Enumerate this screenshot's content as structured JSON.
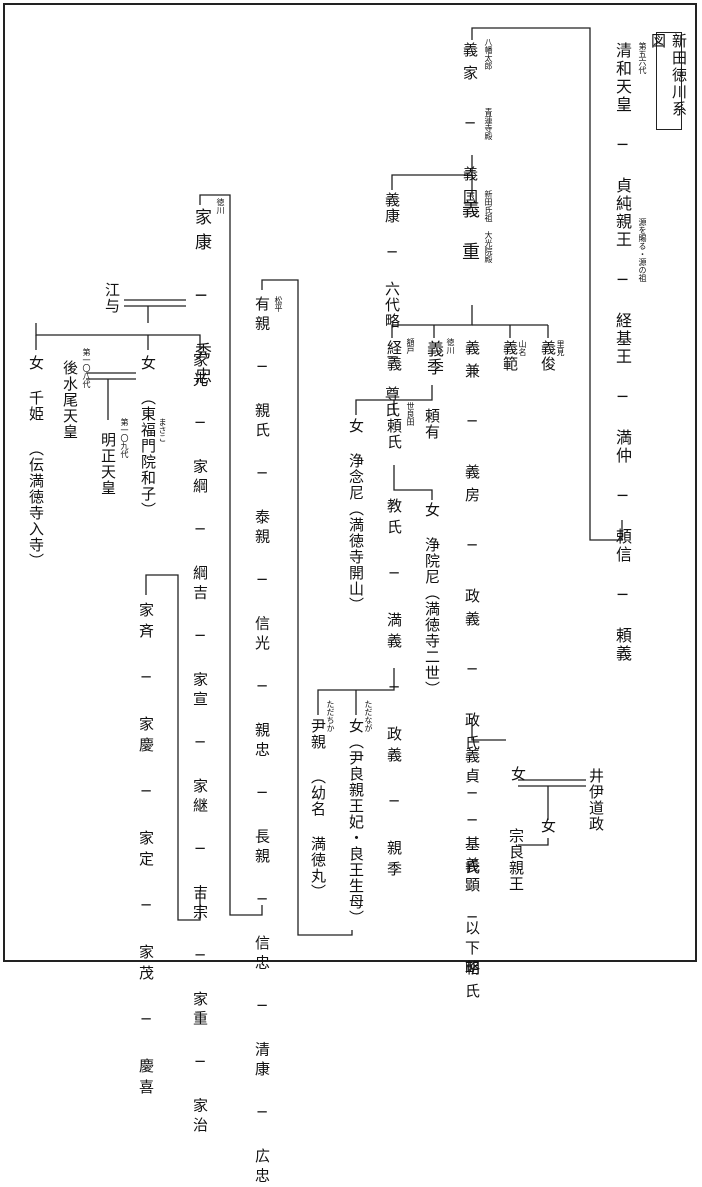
{
  "title": "新田徳川系図",
  "lines": [
    {
      "id": "seiwa",
      "text": "清和天皇 ─ 貞純親王 ─ 経基王 ─ 満仲 ─ 頼信 ─ 頼義"
    },
    {
      "id": "seiwa_note",
      "text": "第五六代"
    },
    {
      "id": "tsunemoto_note",
      "text": "源を賜る・源の祖"
    },
    {
      "id": "yoshiie",
      "text": "義家 ─ 義国"
    },
    {
      "id": "yoshiie_note",
      "text": "八幡太郎"
    },
    {
      "id": "yoshikuni_note",
      "text": "青蓮寺殿"
    },
    {
      "id": "yoshishige",
      "text": "義重"
    },
    {
      "id": "yoshishige_note",
      "text": "新田氏祖 大光院殿"
    },
    {
      "id": "yoshiyasu",
      "text": "義康 ─ 六代略 ─ 尊氏"
    },
    {
      "id": "yoshitoshi",
      "text": "義俊"
    },
    {
      "id": "yoshitoshi_note",
      "text": "里見"
    },
    {
      "id": "yoshinori",
      "text": "義範"
    },
    {
      "id": "yoshinori_note",
      "text": "山名"
    },
    {
      "id": "yoshikane",
      "text": "義兼 ─ 義房 ─ 政義 ─ 政氏 ─ 基氏 ─ 朝氏"
    },
    {
      "id": "yoshisue",
      "text": "義季"
    },
    {
      "id": "yoshisue_note",
      "text": "徳川"
    },
    {
      "id": "tsuneyoshi",
      "text": "経義"
    },
    {
      "id": "tsuneyoshi_note",
      "text": "額戸"
    },
    {
      "id": "yorinari",
      "text": "頼有"
    },
    {
      "id": "yoriuji",
      "text": "頼氏"
    },
    {
      "id": "yoriuji_note",
      "text": "世良田"
    },
    {
      "id": "jonen",
      "text": "女 浄念尼（満徳寺開山）"
    },
    {
      "id": "norichi",
      "text": "教氏 ─ 満義 ─ 政義 ─ 親季"
    },
    {
      "id": "join",
      "text": "女 浄院尼（満徳寺二世）"
    },
    {
      "id": "yoshisada",
      "text": "義貞 ─ 義顕 以下略"
    },
    {
      "id": "onna_i",
      "text": "女"
    },
    {
      "id": "ii",
      "text": "井伊道政"
    },
    {
      "id": "onna_ii",
      "text": "女"
    },
    {
      "id": "muneyoshi",
      "text": "宗良親王"
    },
    {
      "id": "onna_hime",
      "text": "女（尹良親王妃・良王生母）"
    },
    {
      "id": "onna_hime_ruby",
      "text": "ただなが"
    },
    {
      "id": "tadachika",
      "text": "尹親 （幼名 満徳丸）"
    },
    {
      "id": "tadachika_ruby",
      "text": "ただちか"
    },
    {
      "id": "matsudaira",
      "text": "有親 ─ 親氏 ─ 泰親 ─ 信光 ─ 親忠 ─ 長親 ─ 信忠 ─ 清康 ─ 広忠"
    },
    {
      "id": "matsudaira_note",
      "text": "松平"
    },
    {
      "id": "ieyasu",
      "text": "家康 ─ 秀忠"
    },
    {
      "id": "ieyasu_note",
      "text": "徳川"
    },
    {
      "id": "go",
      "text": "江与"
    },
    {
      "id": "senhime",
      "text": "女 千姫 （伝満徳寺入寺）"
    },
    {
      "id": "kazuko",
      "text": "女 （東福門院和子）"
    },
    {
      "id": "kazuko_ruby",
      "text": "まさこ"
    },
    {
      "id": "gomizunoo",
      "text": "後水尾天皇"
    },
    {
      "id": "gomizunoo_note",
      "text": "第一〇八代"
    },
    {
      "id": "meisho",
      "text": "明正天皇"
    },
    {
      "id": "meisho_note",
      "text": "第一〇九代"
    },
    {
      "id": "iemitsu",
      "text": "家光 ─ 家綱 ─ 綱吉 ─ 家宣 ─ 家継 ─ 吉宗 ─ 家重 ─ 家治"
    },
    {
      "id": "ienari",
      "text": "家斉 ─ 家慶 ─ 家定 ─ 家茂 ─ 慶喜"
    }
  ]
}
